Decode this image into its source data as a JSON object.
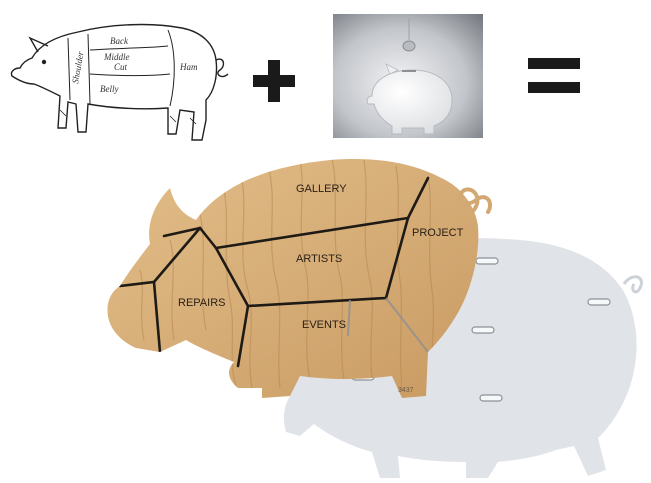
{
  "colors": {
    "wood": "#d7b07d",
    "wood_dark": "#b98a55",
    "cut_lines": "#1e1a16",
    "ghost_pig": "#dde1e6",
    "photo_bg": "#9a9ea4",
    "operator": "#1a1a1a"
  },
  "top_row": {
    "butcher_pig": {
      "labels": {
        "back": "Back",
        "middle": "Middle",
        "cut": "Cut",
        "belly": "Belly",
        "ham": "Ham",
        "shoulder": "Shoulder"
      }
    },
    "plus_symbol": "plus",
    "equals_symbol": "equals",
    "piggy_bank_photo": "white-piggy-bank-with-coin"
  },
  "wooden_pig": {
    "sections": {
      "gallery": "GALLERY",
      "project": "PROJECT",
      "artists": "ARTISTS",
      "repairs": "REPAIRS",
      "events": "EVENTS"
    },
    "small_mark": "3437"
  },
  "ghost_pig": {
    "coin_slots": 6
  }
}
